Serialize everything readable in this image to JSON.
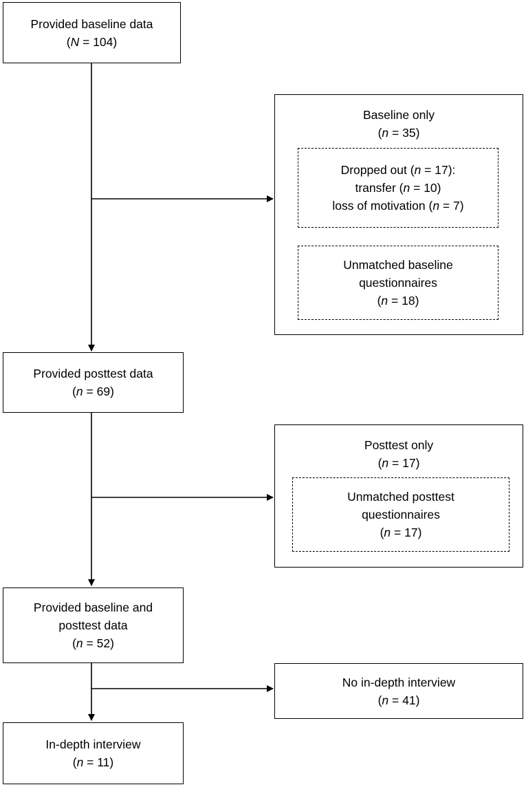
{
  "nodes": {
    "baseline": {
      "line1": "Provided baseline data",
      "var": "N",
      "count": "104"
    },
    "baseline_only": {
      "line1": "Baseline only",
      "var": "n",
      "count": "35"
    },
    "dropped_out": {
      "prefix": "Dropped out (",
      "var": "n",
      "count": "17",
      "suffix": "):",
      "reasons": [
        {
          "label": "transfer",
          "var": "n",
          "count": "10"
        },
        {
          "label": "loss of motivation",
          "var": "n",
          "count": "7"
        }
      ]
    },
    "unmatched_baseline": {
      "line1": "Unmatched baseline",
      "line2": "questionnaires",
      "var": "n",
      "count": "18"
    },
    "posttest": {
      "line1": "Provided posttest data",
      "var": "n",
      "count": "69"
    },
    "posttest_only": {
      "line1": "Posttest only",
      "var": "n",
      "count": "17"
    },
    "unmatched_posttest": {
      "line1": "Unmatched posttest",
      "line2": "questionnaires",
      "var": "n",
      "count": "17"
    },
    "both": {
      "line1": "Provided baseline and",
      "line2": "posttest data",
      "var": "n",
      "count": "52"
    },
    "no_interview": {
      "line1": "No in-depth interview",
      "var": "n",
      "count": "41"
    },
    "interview": {
      "line1": "In-depth interview",
      "var": "n",
      "count": "11"
    }
  }
}
